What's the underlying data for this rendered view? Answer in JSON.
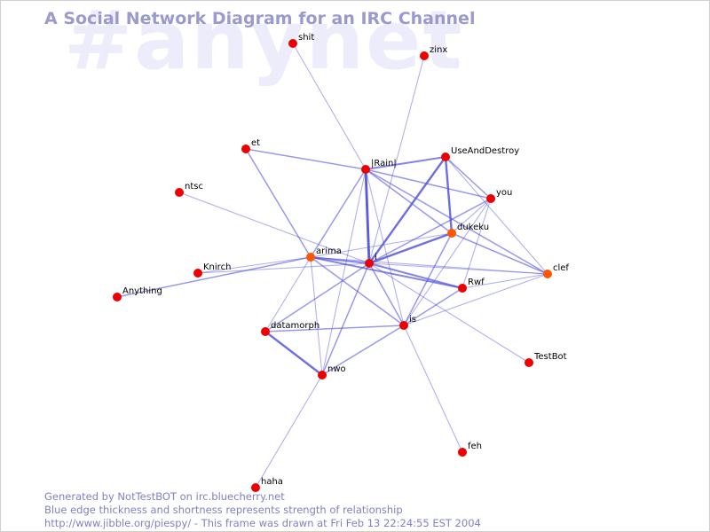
{
  "watermark": "#anynet",
  "title": "A Social Network Diagram for an IRC Channel",
  "footer": {
    "line1": "Generated by NotTestBOT on irc.bluecherry.net",
    "line2": "Blue edge thickness and shortness represents strength of relationship",
    "line3": "http://www.jibble.org/piespy/ - This frame was drawn at Fri Feb 13 22:24:55 EST 2004"
  },
  "colors": {
    "node": "#ee0000",
    "node_active": "#ff5500",
    "edge": "#5050e0"
  },
  "nodes": [
    {
      "id": "shit",
      "label": "shit"
    },
    {
      "id": "zinx",
      "label": "zinx"
    },
    {
      "id": "et",
      "label": "et"
    },
    {
      "id": "jrainj",
      "label": "|Rain|"
    },
    {
      "id": "useanddestroy",
      "label": "UseAndDestroy"
    },
    {
      "id": "you",
      "label": "you"
    },
    {
      "id": "ntsc",
      "label": "ntsc"
    },
    {
      "id": "dukeku",
      "label": "dukeku",
      "active": true
    },
    {
      "id": "arima",
      "label": "arima",
      "active": true
    },
    {
      "id": "i",
      "label": "i"
    },
    {
      "id": "knirch",
      "label": "Knirch"
    },
    {
      "id": "clef",
      "label": "clef",
      "active": true
    },
    {
      "id": "rwf",
      "label": "Rwf"
    },
    {
      "id": "anything",
      "label": "Anything"
    },
    {
      "id": "datamorph",
      "label": "datamorph"
    },
    {
      "id": "is",
      "label": "is"
    },
    {
      "id": "testbot",
      "label": "TestBot"
    },
    {
      "id": "nwo",
      "label": "nwo"
    },
    {
      "id": "feh",
      "label": "feh"
    },
    {
      "id": "haha",
      "label": "haha"
    }
  ],
  "edges": [
    {
      "from": "jrainj",
      "to": "shit",
      "strength": 1
    },
    {
      "from": "i",
      "to": "zinx",
      "strength": 1
    },
    {
      "from": "et",
      "to": "jrainj",
      "strength": 2
    },
    {
      "from": "et",
      "to": "arima",
      "strength": 2
    },
    {
      "from": "ntsc",
      "to": "i",
      "strength": 1
    },
    {
      "from": "jrainj",
      "to": "useanddestroy",
      "strength": 3
    },
    {
      "from": "jrainj",
      "to": "i",
      "strength": 5
    },
    {
      "from": "jrainj",
      "to": "you",
      "strength": 2
    },
    {
      "from": "jrainj",
      "to": "dukeku",
      "strength": 2
    },
    {
      "from": "jrainj",
      "to": "arima",
      "strength": 2
    },
    {
      "from": "jrainj",
      "to": "is",
      "strength": 1
    },
    {
      "from": "jrainj",
      "to": "clef",
      "strength": 2
    },
    {
      "from": "jrainj",
      "to": "nwo",
      "strength": 1
    },
    {
      "from": "useanddestroy",
      "to": "i",
      "strength": 4
    },
    {
      "from": "useanddestroy",
      "to": "dukeku",
      "strength": 4
    },
    {
      "from": "useanddestroy",
      "to": "you",
      "strength": 2
    },
    {
      "from": "useanddestroy",
      "to": "clef",
      "strength": 1
    },
    {
      "from": "you",
      "to": "i",
      "strength": 2
    },
    {
      "from": "you",
      "to": "dukeku",
      "strength": 1
    },
    {
      "from": "you",
      "to": "rwf",
      "strength": 1
    },
    {
      "from": "you",
      "to": "is",
      "strength": 1
    },
    {
      "from": "dukeku",
      "to": "i",
      "strength": 4
    },
    {
      "from": "dukeku",
      "to": "arima",
      "strength": 1
    },
    {
      "from": "dukeku",
      "to": "clef",
      "strength": 2
    },
    {
      "from": "dukeku",
      "to": "is",
      "strength": 2
    },
    {
      "from": "arima",
      "to": "i",
      "strength": 3
    },
    {
      "from": "arima",
      "to": "rwf",
      "strength": 3
    },
    {
      "from": "arima",
      "to": "knirch",
      "strength": 1
    },
    {
      "from": "arima",
      "to": "anything",
      "strength": 2
    },
    {
      "from": "arima",
      "to": "datamorph",
      "strength": 1
    },
    {
      "from": "arima",
      "to": "nwo",
      "strength": 1
    },
    {
      "from": "arima",
      "to": "is",
      "strength": 2
    },
    {
      "from": "arima",
      "to": "clef",
      "strength": 1
    },
    {
      "from": "i",
      "to": "rwf",
      "strength": 3
    },
    {
      "from": "i",
      "to": "knirch",
      "strength": 1
    },
    {
      "from": "i",
      "to": "datamorph",
      "strength": 2
    },
    {
      "from": "i",
      "to": "nwo",
      "strength": 2
    },
    {
      "from": "i",
      "to": "is",
      "strength": 2
    },
    {
      "from": "i",
      "to": "clef",
      "strength": 1
    },
    {
      "from": "i",
      "to": "testbot",
      "strength": 1
    },
    {
      "from": "rwf",
      "to": "clef",
      "strength": 1
    },
    {
      "from": "rwf",
      "to": "is",
      "strength": 2
    },
    {
      "from": "clef",
      "to": "is",
      "strength": 1
    },
    {
      "from": "datamorph",
      "to": "nwo",
      "strength": 4
    },
    {
      "from": "datamorph",
      "to": "is",
      "strength": 2
    },
    {
      "from": "nwo",
      "to": "is",
      "strength": 2
    },
    {
      "from": "is",
      "to": "feh",
      "strength": 1
    },
    {
      "from": "nwo",
      "to": "haha",
      "strength": 1
    }
  ]
}
